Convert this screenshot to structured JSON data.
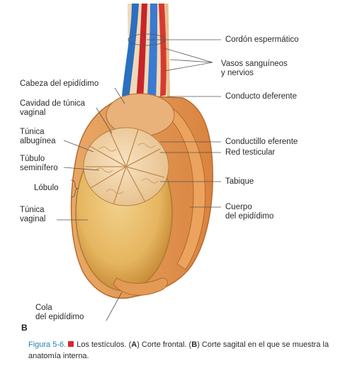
{
  "labels": {
    "cordon": "Cordón espermático",
    "vasos_line1": "Vasos sanguíneos",
    "vasos_line2": "y nervios",
    "cabeza": "Cabeza del epidídimo",
    "cavidad_line1": "Cavidad de túnica",
    "cavidad_line2": "vaginal",
    "conducto_deferente": "Conducto deferente",
    "tunica_alb_line1": "Túnica",
    "tunica_alb_line2": "albugínea",
    "conductillo": "Conductillo eferente",
    "red": "Red testicular",
    "tubulo_line1": "Túbulo",
    "tubulo_line2": "seminífero",
    "tabique": "Tabique",
    "lobulo": "Lóbulo",
    "tunica_vag_line1": "Túnica",
    "tunica_vag_line2": "vaginal",
    "cuerpo_line1": "Cuerpo",
    "cuerpo_line2": "del epidídimo",
    "cola_line1": "Cola",
    "cola_line2": "del epidídimo"
  },
  "panel_label": "B",
  "caption": {
    "figure_ref": "Figura 5-6.",
    "text_1": "Los testículos. (",
    "a": "A",
    "text_2": ") Corte frontal. (",
    "b": "B",
    "text_3": ") Corte sagital en el que se muestra la anatomía interna."
  },
  "colors": {
    "outer_tan": "#e8a462",
    "testis_yellow": "#e9be6a",
    "tubule_beige": "#f0d3a6",
    "artery_red": "#c8242a",
    "vein_blue": "#2b6fc0",
    "caption_blue": "#1e7fb8",
    "caption_red": "#d42a32"
  }
}
